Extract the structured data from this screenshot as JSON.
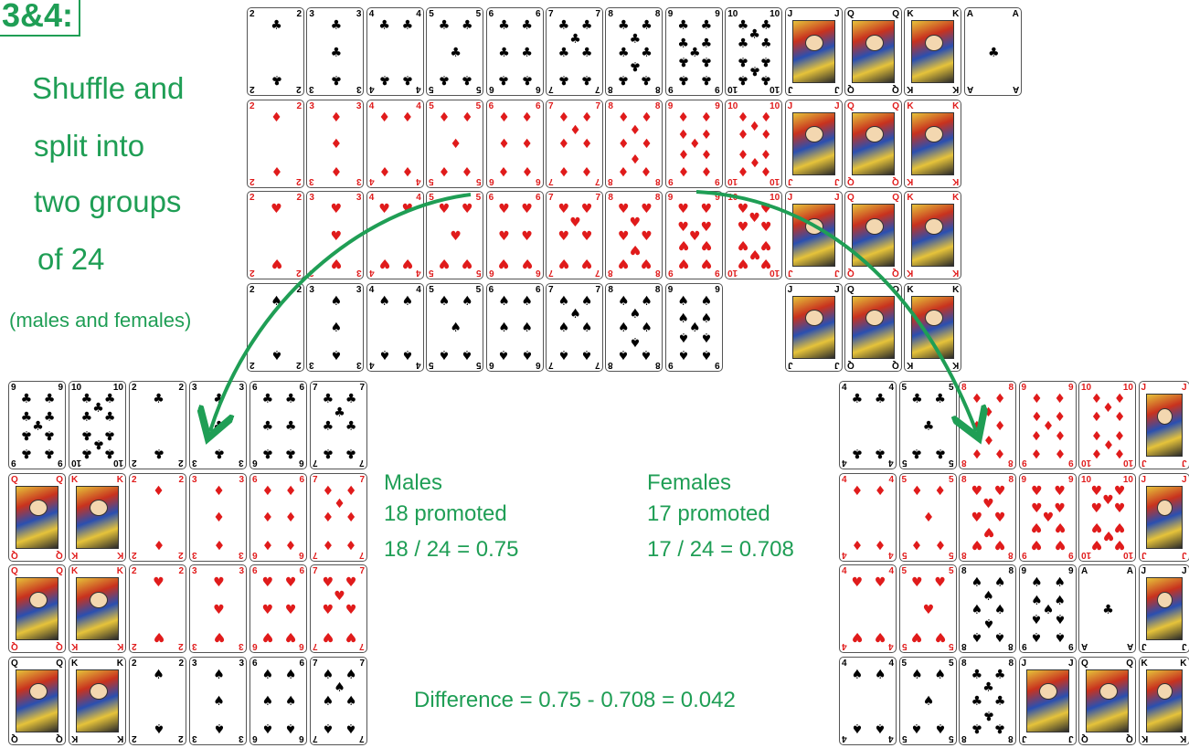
{
  "step_label": "3&4:",
  "instruction": {
    "lines": [
      "Shuffle and",
      "split into",
      "two groups",
      "of 24"
    ],
    "note": "(males and females)"
  },
  "males": {
    "title": "Males",
    "promoted": "18 promoted",
    "ratio": "18 / 24 = 0.75"
  },
  "females": {
    "title": "Females",
    "promoted": "17 promoted",
    "ratio": "17 / 24 = 0.708"
  },
  "difference": "Difference = 0.75 - 0.708 = 0.042",
  "colors": {
    "text": "#1f9e55",
    "red_suit": "#e01b1b",
    "black_suit": "#000000"
  },
  "deck": {
    "rows": [
      {
        "suit": "clubs",
        "ranks": [
          "2",
          "3",
          "4",
          "5",
          "6",
          "7",
          "8",
          "9",
          "10",
          "J",
          "Q",
          "K",
          "A"
        ]
      },
      {
        "suit": "diamonds",
        "ranks": [
          "2",
          "3",
          "4",
          "5",
          "6",
          "7",
          "8",
          "9",
          "10",
          "J",
          "Q",
          "K"
        ]
      },
      {
        "suit": "hearts",
        "ranks": [
          "2",
          "3",
          "4",
          "5",
          "6",
          "7",
          "8",
          "9",
          "10",
          "J",
          "Q",
          "K"
        ]
      },
      {
        "suit": "spades",
        "ranks": [
          "2",
          "3",
          "4",
          "5",
          "6",
          "7",
          "8",
          "9",
          "",
          "J",
          "Q",
          "K"
        ]
      }
    ]
  },
  "male_hand": {
    "rows": [
      [
        [
          "9",
          "clubs"
        ],
        [
          "10",
          "clubs"
        ],
        [
          "2",
          "clubs"
        ],
        [
          "3",
          "clubs"
        ],
        [
          "6",
          "clubs"
        ],
        [
          "7",
          "clubs"
        ]
      ],
      [
        [
          "Q",
          "diamonds"
        ],
        [
          "K",
          "diamonds"
        ],
        [
          "2",
          "diamonds"
        ],
        [
          "3",
          "diamonds"
        ],
        [
          "6",
          "diamonds"
        ],
        [
          "7",
          "diamonds"
        ]
      ],
      [
        [
          "Q",
          "hearts"
        ],
        [
          "K",
          "hearts"
        ],
        [
          "2",
          "hearts"
        ],
        [
          "3",
          "hearts"
        ],
        [
          "6",
          "hearts"
        ],
        [
          "7",
          "hearts"
        ]
      ],
      [
        [
          "Q",
          "spades"
        ],
        [
          "K",
          "spades"
        ],
        [
          "2",
          "spades"
        ],
        [
          "3",
          "spades"
        ],
        [
          "6",
          "spades"
        ],
        [
          "7",
          "spades"
        ]
      ]
    ]
  },
  "female_hand": {
    "rows": [
      [
        [
          "4",
          "clubs"
        ],
        [
          "5",
          "clubs"
        ],
        [
          "8",
          "diamonds"
        ],
        [
          "9",
          "diamonds"
        ],
        [
          "10",
          "diamonds"
        ],
        [
          "J",
          "diamonds"
        ]
      ],
      [
        [
          "4",
          "diamonds"
        ],
        [
          "5",
          "diamonds"
        ],
        [
          "8",
          "hearts"
        ],
        [
          "9",
          "hearts"
        ],
        [
          "10",
          "hearts"
        ],
        [
          "J",
          "hearts"
        ]
      ],
      [
        [
          "4",
          "hearts"
        ],
        [
          "5",
          "hearts"
        ],
        [
          "8",
          "spades"
        ],
        [
          "9",
          "spades"
        ],
        [
          "A",
          "clubs"
        ],
        [
          "J",
          "spades"
        ]
      ],
      [
        [
          "4",
          "spades"
        ],
        [
          "5",
          "spades"
        ],
        [
          "8",
          "clubs"
        ],
        [
          "J",
          "clubs"
        ],
        [
          "Q",
          "clubs"
        ],
        [
          "K",
          "clubs"
        ]
      ]
    ]
  }
}
